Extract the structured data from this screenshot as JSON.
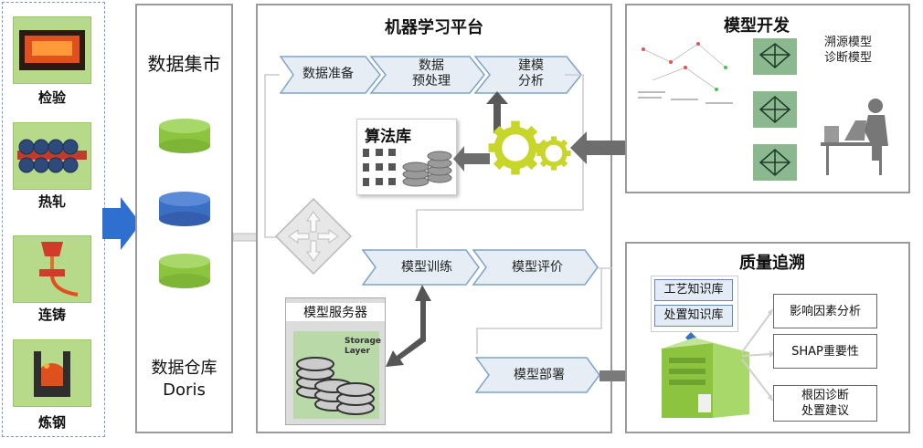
{
  "sources": [
    {
      "label": "检验",
      "icon": "inspection-furnace-icon"
    },
    {
      "label": "热轧",
      "icon": "hot-rolling-icon"
    },
    {
      "label": "连铸",
      "icon": "continuous-casting-icon"
    },
    {
      "label": "炼钢",
      "icon": "steelmaking-icon"
    }
  ],
  "data_mart": {
    "title": "数据集市",
    "warehouse_line1": "数据仓库",
    "warehouse_line2": "Doris"
  },
  "ml_platform": {
    "title": "机器学习平台",
    "steps_top": [
      {
        "line1": "数据准备",
        "line2": ""
      },
      {
        "line1": "数据",
        "line2": "预处理"
      },
      {
        "line1": "建模",
        "line2": "分析"
      }
    ],
    "algo_lib": "算法库",
    "steps_bottom": [
      "模型训练",
      "模型评价"
    ],
    "deploy": "模型部署",
    "model_server": "模型服务器",
    "storage_text": "Storage Layer"
  },
  "model_dev": {
    "title": "模型开发",
    "model_line1": "溯源模型",
    "model_line2": "诊断模型"
  },
  "quality": {
    "title": "质量追溯",
    "knowledge": [
      "工艺知识库",
      "处置知识库"
    ],
    "outputs": [
      {
        "line1": "影响因素分析",
        "line2": ""
      },
      {
        "line1": "SHAP重要性",
        "line2": ""
      },
      {
        "line1": "根因诊断",
        "line2": "处置建议"
      }
    ]
  },
  "colors": {
    "cylinder_green": "#8cc43f",
    "cylinder_blue": "#3b6fc4",
    "chevron_fill": "#e6edf5",
    "chevron_stroke": "#7fa3c9",
    "gear": "#c8d52a",
    "arrow_gray": "#6d6d6d"
  }
}
